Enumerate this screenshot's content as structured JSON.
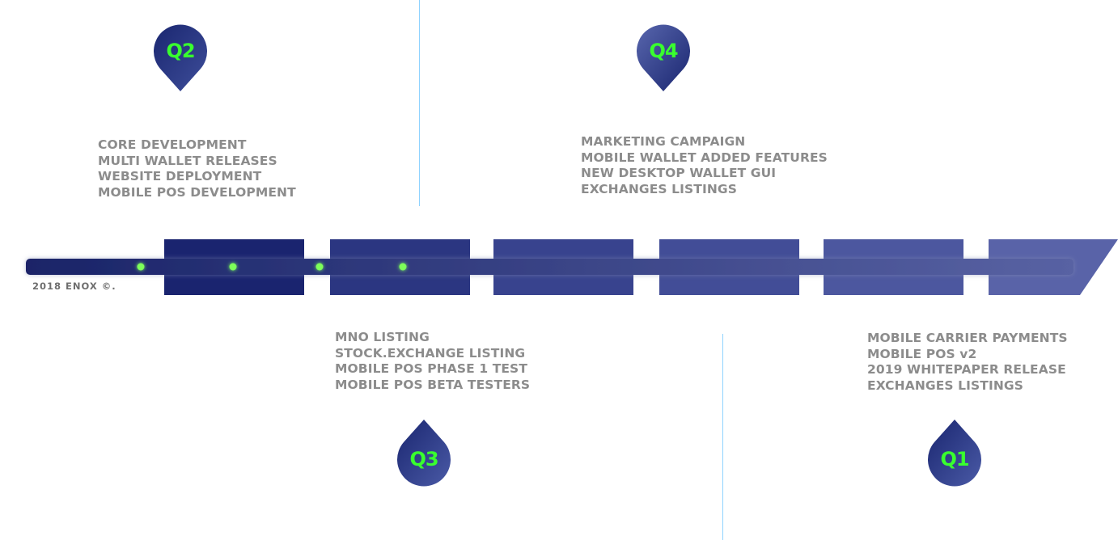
{
  "quarters": {
    "q2": {
      "label": "Q2",
      "items": [
        "CORE DEVELOPMENT",
        "MULTI WALLET RELEASES",
        "WEBSITE DEPLOYMENT",
        "MOBILE POS DEVELOPMENT"
      ]
    },
    "q4": {
      "label": "Q4",
      "items": [
        "MARKETING CAMPAIGN",
        "MOBILE WALLET ADDED FEATURES",
        "NEW DESKTOP WALLET GUI",
        "EXCHANGES LISTINGS"
      ]
    },
    "q3": {
      "label": "Q3",
      "items": [
        "MNO LISTING",
        "STOCK.EXCHANGE LISTING",
        "MOBILE POS PHASE 1 TEST",
        "MOBILE POS BETA TESTERS"
      ]
    },
    "q1": {
      "label": "Q1",
      "items": [
        "MOBILE CARRIER PAYMENTS",
        "MOBILE POS v2",
        "2019 WHITEPAPER RELEASE",
        "EXCHANGES LISTINGS"
      ]
    }
  },
  "footer": {
    "copyright": "2018 ENOX ©."
  },
  "colors": {
    "pin_dark": "#1e2a7a",
    "pin_light": "#4a5aa6",
    "label_green": "#39ff2e",
    "item_gray": "#8c8c8c",
    "divider_blue": "#8fd3ff",
    "progress_dot": "#7dff5a"
  }
}
